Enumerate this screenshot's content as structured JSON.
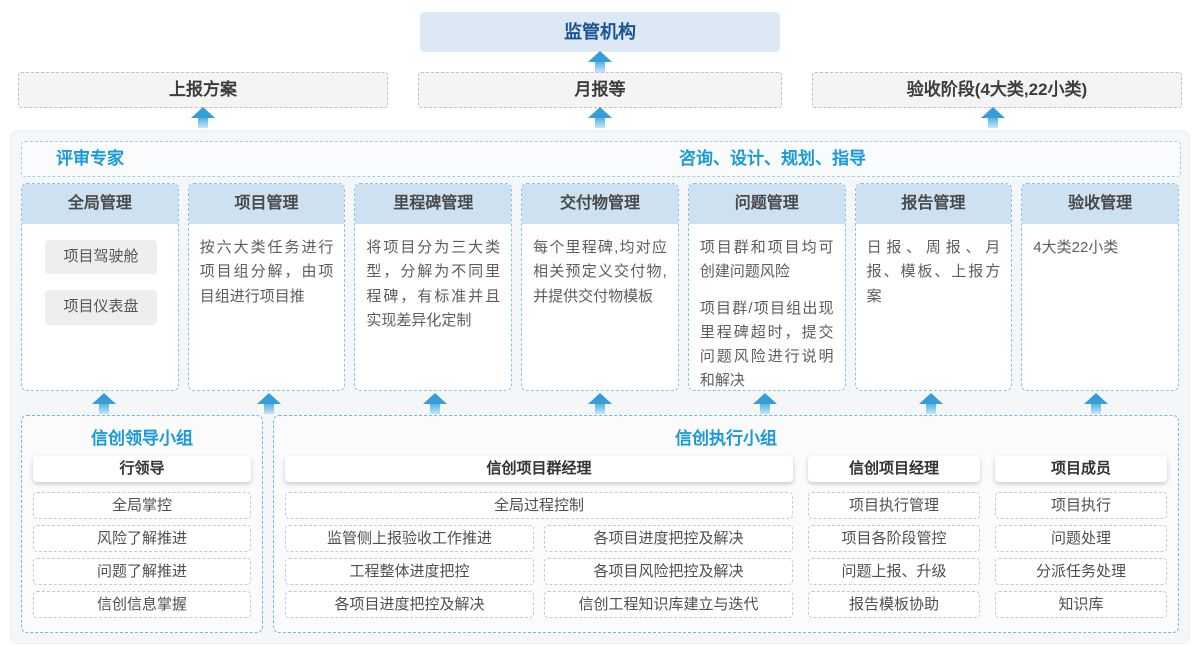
{
  "colors": {
    "accent_blue": "#1a9ad6",
    "regulator_text": "#1b5394",
    "regulator_bg": "#dce8f3",
    "arrow_blue": "#359ed8",
    "column_header_bg": "#cde1f0"
  },
  "top": {
    "regulator_label": "监管机构"
  },
  "report_row": {
    "box1": "上报方案",
    "box2": "月报等",
    "box3": "验收阶段(4大类,22小类)"
  },
  "platform": {
    "left_title": "评审专家",
    "right_title": "咨询、设计、规划、指导",
    "columns": [
      {
        "title": "全局管理",
        "chips": [
          "项目驾驶舱",
          "项目仪表盘"
        ]
      },
      {
        "title": "项目管理",
        "paragraphs": [
          "按六大类任务进行项目组分解，由项目组进行项目推"
        ]
      },
      {
        "title": "里程碑管理",
        "paragraphs": [
          "将项目分为三大类型，分解为不同里程碑，有标准并且实现差异化定制"
        ]
      },
      {
        "title": "交付物管理",
        "paragraphs": [
          "每个里程碑,均对应相关预定义交付物,并提供交付物模板"
        ]
      },
      {
        "title": "问题管理",
        "paragraphs": [
          "项目群和项目均可创建问题风险",
          "项目群/项目组出现里程碑超时，提交问题风险进行说明和解决"
        ]
      },
      {
        "title": "报告管理",
        "paragraphs": [
          "日报、周报、月报、模板、上报方案"
        ]
      },
      {
        "title": "验收管理",
        "paragraphs": [
          "4大类22小类"
        ]
      }
    ]
  },
  "groups": {
    "leader": {
      "title": "信创领导小组",
      "role": "行领导",
      "items": [
        "全局掌控",
        "风险了解推进",
        "问题了解推进",
        "信创信息掌握"
      ]
    },
    "exec": {
      "title": "信创执行小组",
      "program_manager": {
        "role": "信创项目群经理",
        "full_item": "全局过程控制",
        "left_items": [
          "监管侧上报验收工作推进",
          "工程整体进度把控",
          "各项目进度把控及解决"
        ],
        "right_items": [
          "各项目进度把控及解决",
          "各项目风险把控及解决",
          "信创工程知识库建立与迭代"
        ]
      },
      "project_manager": {
        "role": "信创项目经理",
        "items": [
          "项目执行管理",
          "项目各阶段管控",
          "问题上报、升级",
          "报告模板协助"
        ]
      },
      "member": {
        "role": "项目成员",
        "items": [
          "项目执行",
          "问题处理",
          "分派任务处理",
          "知识库"
        ]
      }
    }
  }
}
